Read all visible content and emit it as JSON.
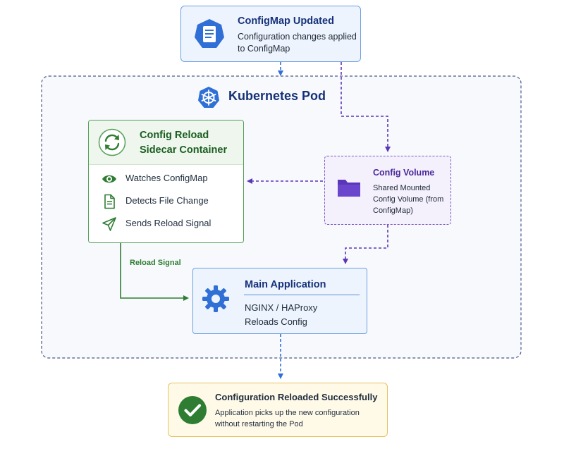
{
  "configmap": {
    "title": "ConfigMap Updated",
    "description": "Configuration changes applied to ConfigMap",
    "icon": "document-icon"
  },
  "pod": {
    "title": "Kubernetes Pod",
    "icon": "kubernetes-helm-icon"
  },
  "sidecar": {
    "title_line1": "Config Reload",
    "title_line2": "Sidecar Container",
    "icon": "reload-icon",
    "items": [
      {
        "label": "Watches ConfigMap",
        "icon": "eye-icon"
      },
      {
        "label": "Detects File Change",
        "icon": "file-icon"
      },
      {
        "label": "Sends Reload Signal",
        "icon": "send-icon"
      }
    ]
  },
  "volume": {
    "title": "Config Volume",
    "description": "Shared Mounted Config Volume (from ConfigMap)",
    "icon": "folder-icon"
  },
  "app": {
    "title": "Main Application",
    "line1": "NGINX / HAProxy",
    "line2": "Reloads Config",
    "icon": "gear-icon"
  },
  "edges": {
    "reload_signal": "Reload Signal"
  },
  "success": {
    "title": "Configuration Reloaded Successfully",
    "description": "Application picks up the new configuration without restarting the Pod",
    "icon": "checkmark-icon"
  },
  "colors": {
    "blue": "#2f6fd6",
    "navy": "#16317a",
    "green": "#2e7d32",
    "purple": "#5b36b8",
    "gold": "#e6c25e",
    "pod_border": "#4a5a8a"
  }
}
